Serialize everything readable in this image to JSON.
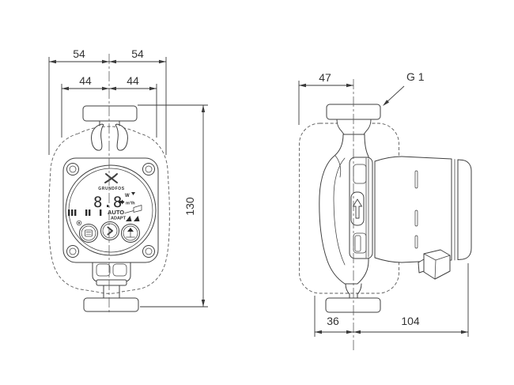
{
  "meta": {
    "drawing_type": "pump dimensional drawing",
    "line_color": "#3f3f3f",
    "dim_color": "#3a3a3a",
    "background": "#ffffff"
  },
  "front_view": {
    "dim_outer_left": "54",
    "dim_outer_right": "54",
    "dim_inner_left": "44",
    "dim_inner_right": "44",
    "dim_height": "130",
    "brand": "GRUNDFOS",
    "display": {
      "value": "8.8",
      "power_unit": "W",
      "flow_unit": "m³/h",
      "mode_top": "AUTO",
      "mode_bottom": "ADAPT"
    }
  },
  "side_view": {
    "dim_top_width": "47",
    "thread_label": "G 1",
    "dim_bottom_left": "36",
    "dim_bottom_right": "104"
  }
}
